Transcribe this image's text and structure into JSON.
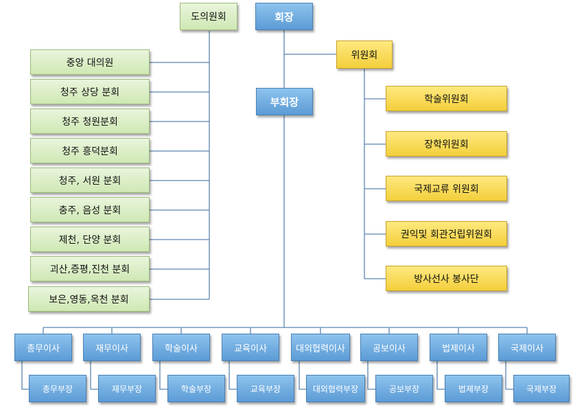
{
  "top": {
    "president": "회장",
    "committee": "위원회",
    "vice_president": "부회장",
    "provincial_committee": "도의원회"
  },
  "provincial_branches": [
    "중앙 대의원",
    "청주 상당 분회",
    "청주 청원분회",
    "청주 흥덕분회",
    "청주, 서원 분회",
    "충주, 음성 분회",
    "제천, 단양 분회",
    "괴산,증평,진천 분회",
    "보은,영동,옥천 분회"
  ],
  "committees": [
    "학술위원회",
    "장학위원회",
    "국제교류 위원회",
    "권익및 회관건립위원회",
    "방사선사 봉사단"
  ],
  "directors": [
    {
      "director": "총무이사",
      "manager": "총무부장"
    },
    {
      "director": "재무이사",
      "manager": "재무부장"
    },
    {
      "director": "학술이사",
      "manager": "학술부장"
    },
    {
      "director": "교육이사",
      "manager": "교육부장"
    },
    {
      "director": "대외협력이사",
      "manager": "대외협력부장"
    },
    {
      "director": "공보이사",
      "manager": "공보부장"
    },
    {
      "director": "법제이사",
      "manager": "법제부장"
    },
    {
      "director": "국제이사",
      "manager": "국제부장"
    }
  ],
  "colors": {
    "green": "#cfe8b4",
    "yellow": "#f3cf3b",
    "blue": "#5b9bd5",
    "line": "#5b84b1"
  }
}
